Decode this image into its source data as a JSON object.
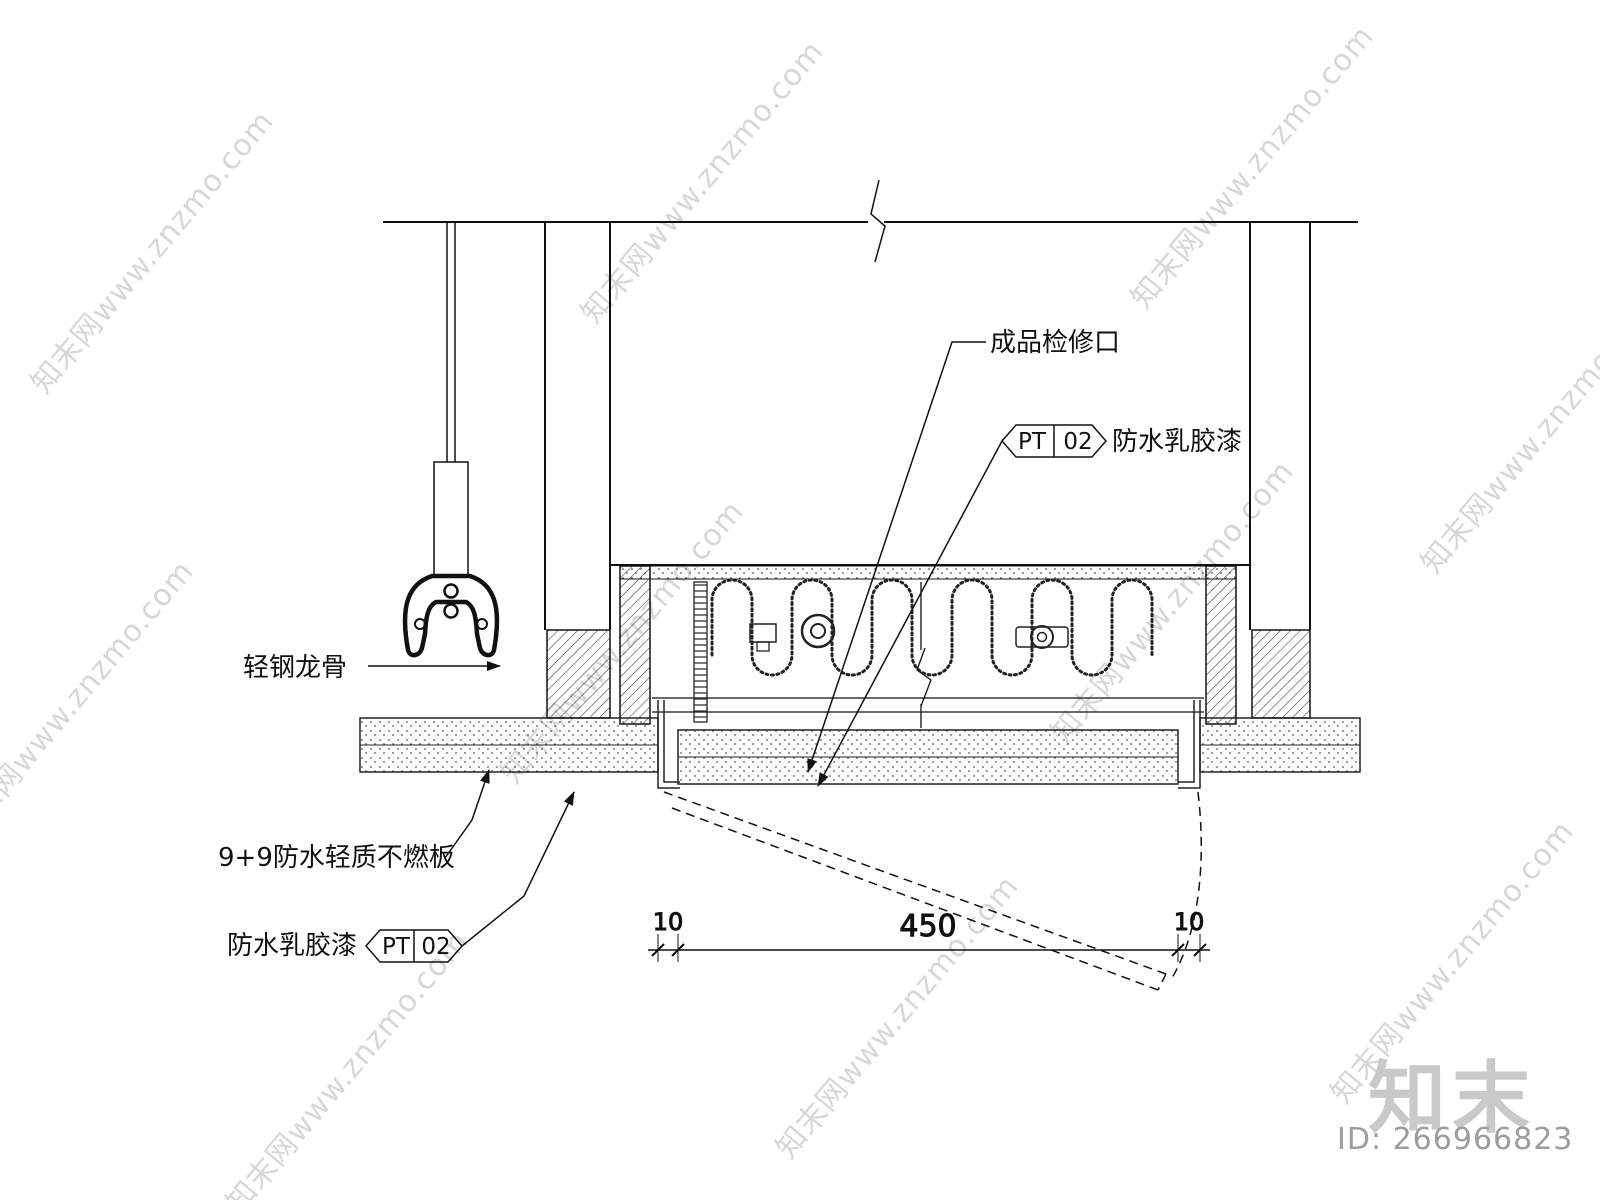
{
  "watermark": {
    "text": "知末网www.znzmo.com"
  },
  "brand": {
    "logo": "知末",
    "id_label": "ID: 266966823"
  },
  "labels": {
    "access_panel": "成品检修口",
    "paint_right": "防水乳胶漆",
    "steel_keel": "轻钢龙骨",
    "board": "9+9防水轻质不燃板",
    "paint_left": "防水乳胶漆"
  },
  "tags": {
    "right": {
      "code": "PT",
      "num": "02"
    },
    "left": {
      "code": "PT",
      "num": "02"
    }
  },
  "dimensions": {
    "gap_left": "10",
    "span": "450",
    "gap_right": "10"
  }
}
